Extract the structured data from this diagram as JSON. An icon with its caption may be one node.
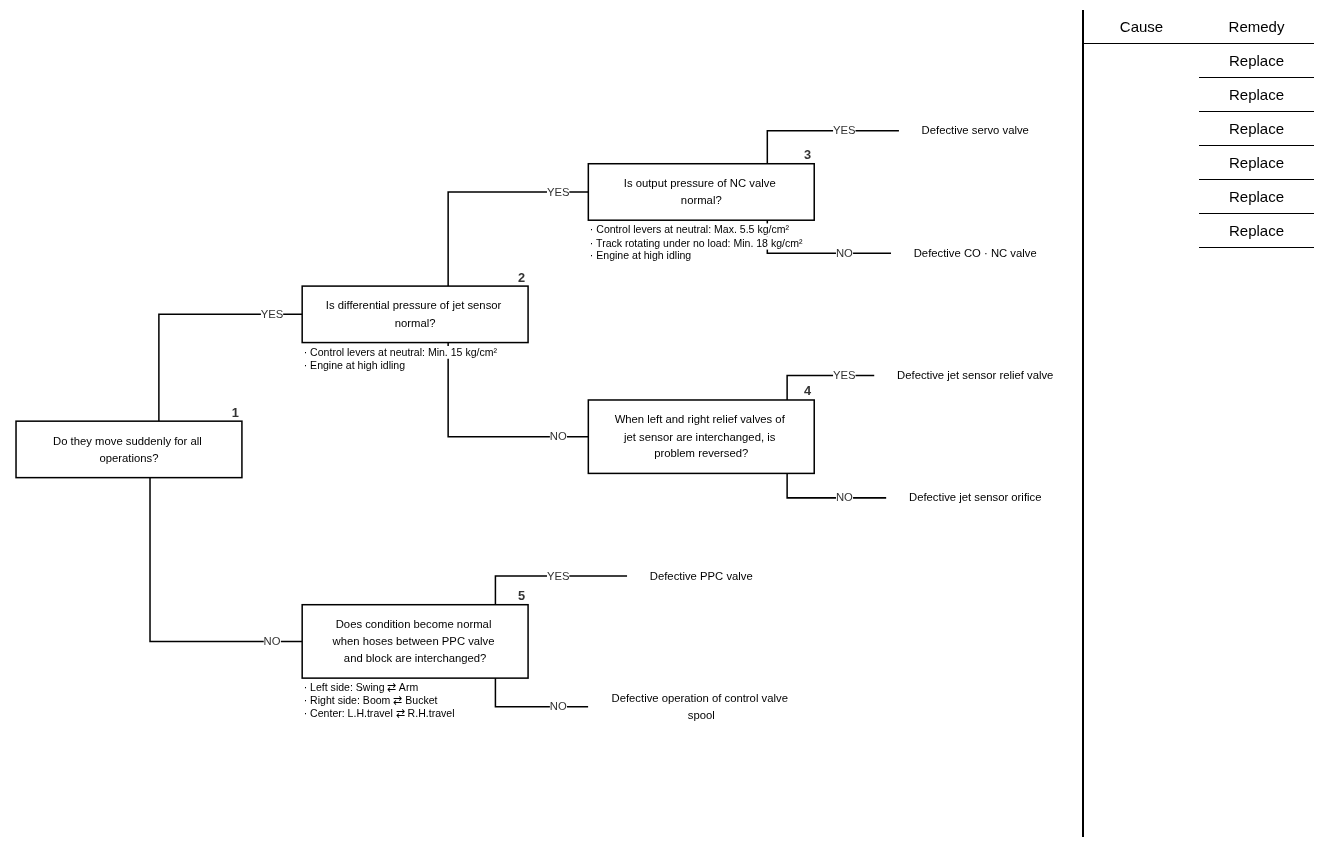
{
  "diagram": {
    "nodes": [
      {
        "text": [
          "Do they move suddenly for all operations?"
        ],
        "beside": [
          "1"
        ]
      },
      {
        "text": [
          "Is differential pressure of jet sensor normal?"
        ],
        "beside": [
          "2",
          "· Control levers at neutral: Min. 15 kg/cm²",
          "· Engine at high idling"
        ]
      },
      {
        "text": [
          "Is output pressure of NC valve normal?"
        ],
        "beside": [
          "3",
          "· Control levers at neutral: Max. 5.5 kg/cm²",
          "· Track rotating under no load: Min. 18 kg/cm²",
          "· Engine at high idling"
        ]
      },
      {
        "text": [
          "When left and right relief valves of jet sensor are interchanged, is problem reversed?"
        ],
        "beside": [
          "4"
        ]
      },
      {
        "text": [
          "Does condition become normal when hoses between PPC valve and block are interchanged?"
        ],
        "beside": [
          "5",
          "· Left side: Swing ⇄ Arm",
          "· Right side: Boom ⇄ Bucket",
          "· Center: L.H.travel ⇄ R.H.travel"
        ]
      },
      {
        "text": [
          "Defective servo valve"
        ]
      },
      {
        "text": [
          "Defective CO · NC valve"
        ]
      },
      {
        "text": [
          "Defective jet sensor relief valve"
        ]
      },
      {
        "text": [
          "Defective jet sensor orifice"
        ]
      },
      {
        "text": [
          "Defective PPC valve"
        ]
      },
      {
        "text": [
          "Defective operation of control valve spool"
        ]
      }
    ],
    "edges": [
      {
        "from": 0,
        "to": 1,
        "arrow": "none",
        "label": "YES"
      },
      {
        "from": 0,
        "to": 4,
        "arrow": "none",
        "label": "NO"
      },
      {
        "from": 1,
        "to": 2,
        "arrow": "none",
        "label": "YES"
      },
      {
        "from": 1,
        "to": 3,
        "arrow": "none",
        "label": "NO"
      },
      {
        "from": 2,
        "to": 5,
        "arrow": "none",
        "label": "YES"
      },
      {
        "from": 2,
        "to": 6,
        "arrow": "none",
        "label": "NO"
      },
      {
        "from": 3,
        "to": 7,
        "arrow": "none",
        "label": "YES"
      },
      {
        "from": 3,
        "to": 8,
        "arrow": "none",
        "label": "NO"
      },
      {
        "from": 4,
        "to": 9,
        "arrow": "none",
        "label": "YES"
      },
      {
        "from": 4,
        "to": 10,
        "arrow": "none",
        "label": "NO"
      }
    ],
    "labels": [
      "Cause",
      "Remedy",
      "Replace",
      "Replace",
      "Replace",
      "Replace",
      "Replace",
      "Replace"
    ]
  }
}
